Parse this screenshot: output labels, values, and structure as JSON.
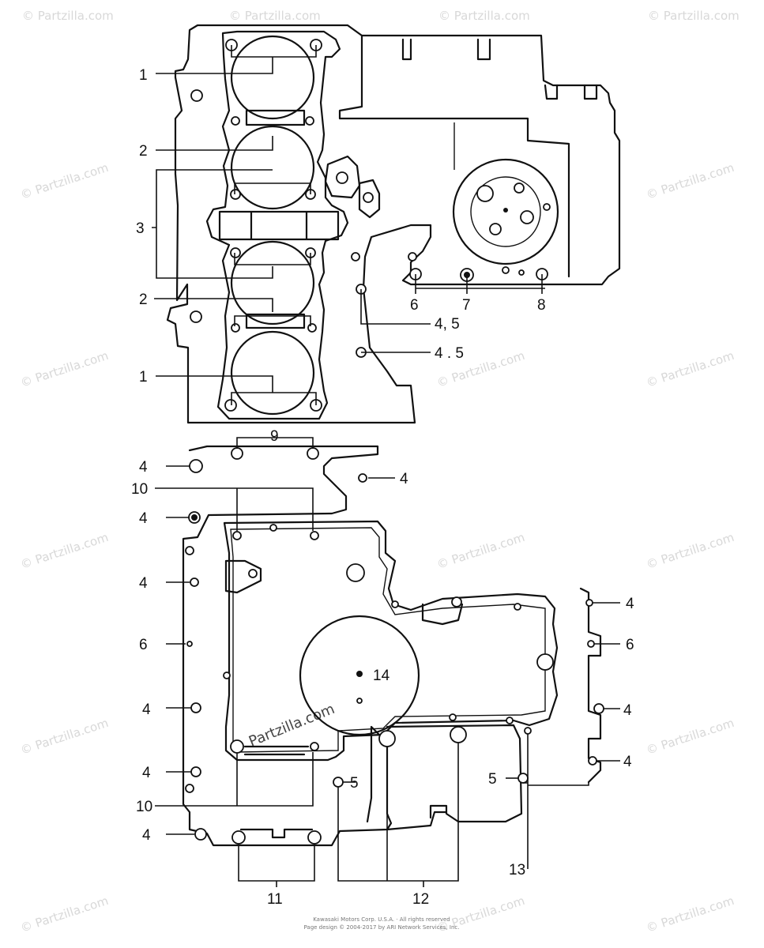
{
  "watermark": {
    "text": "© Partzilla.com",
    "inline_text": "Partzilla.com"
  },
  "callouts": {
    "c1_top": "1",
    "c2_top": "2",
    "c3": "3",
    "c2_bottom": "2",
    "c1_bottom": "1",
    "c6_top": "6",
    "c7": "7",
    "c8": "8",
    "c45a": "4, 5",
    "c45b": "4 . 5",
    "c9": "9",
    "c4_a": "4",
    "c4_b": "4",
    "c10_top": "10",
    "c4_c": "4",
    "c4_d": "4",
    "c6_left": "6",
    "c4_e": "4",
    "c4_f": "4",
    "c14": "14",
    "c5_mid": "5",
    "c10_bottom": "10",
    "c4_g": "4",
    "c4_r1": "4",
    "c6_right": "6",
    "c4_r2": "4",
    "c4_r3": "4",
    "c5_right": "5",
    "c13": "13",
    "c11": "11",
    "c12": "12"
  },
  "footer": {
    "line1": "Kawasaki Motors Corp. U.S.A. · All rights reserved",
    "line2": "Page design © 2004-2017 by ARI Network Services, Inc."
  }
}
